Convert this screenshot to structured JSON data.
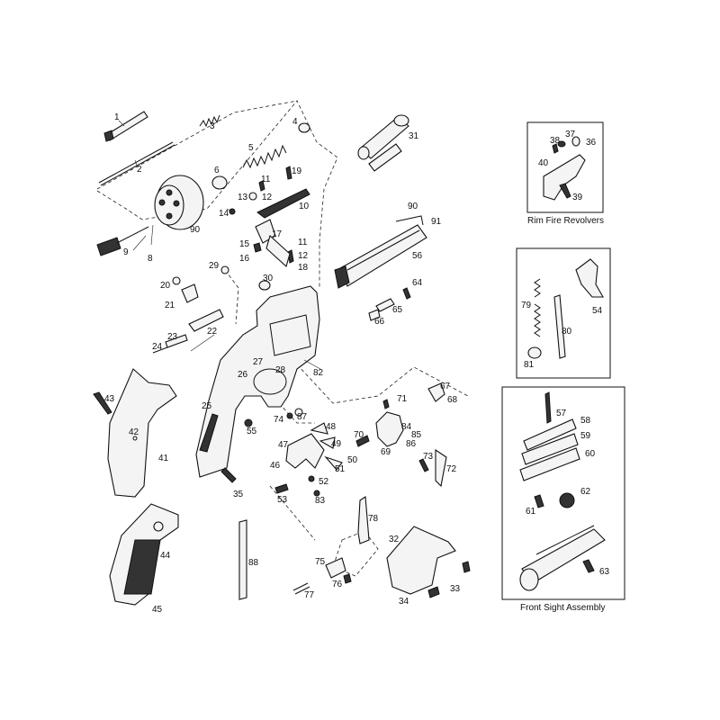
{
  "diagram": {
    "labels": {
      "n1": "1",
      "n2": "2",
      "n3": "3",
      "n4": "4",
      "n5": "5",
      "n6": "6",
      "n8": "8",
      "n9": "9",
      "n10": "10",
      "n11a": "11",
      "n11b": "11",
      "n12a": "12",
      "n12b": "12",
      "n13": "13",
      "n14": "14",
      "n15": "15",
      "n16": "16",
      "n17": "17",
      "n18": "18",
      "n19": "19",
      "n20": "20",
      "n21": "21",
      "n22": "22",
      "n23": "23",
      "n24": "24",
      "n25": "25",
      "n26": "26",
      "n27": "27",
      "n28": "28",
      "n29": "29",
      "n30": "30",
      "n31": "31",
      "n32": "32",
      "n33": "33",
      "n34": "34",
      "n35": "35",
      "n41": "41",
      "n42": "42",
      "n43": "43",
      "n44": "44",
      "n45": "45",
      "n46": "46",
      "n47": "47",
      "n48": "48",
      "n49": "49",
      "n50": "50",
      "n51": "51",
      "n52": "52",
      "n53": "53",
      "n55": "55",
      "n56": "56",
      "n64": "64",
      "n65": "65",
      "n66": "66",
      "n67": "67",
      "n68": "68",
      "n69": "69",
      "n70": "70",
      "n71": "71",
      "n72": "72",
      "n73": "73",
      "n74": "74",
      "n75": "75",
      "n76": "76",
      "n77": "77",
      "n78": "78",
      "n82": "82",
      "n83": "83",
      "n84": "84",
      "n85": "85",
      "n86": "86",
      "n87": "87",
      "n88": "88",
      "n90a": "90",
      "n90b": "90",
      "n91": "91"
    },
    "rimfire": {
      "caption": "Rim Fire Revolvers",
      "labels": {
        "n36": "36",
        "n37": "37",
        "n38": "38",
        "n39": "39",
        "n40": "40"
      }
    },
    "middle_inset": {
      "labels": {
        "n54": "54",
        "n79": "79",
        "n80": "80",
        "n81": "81"
      }
    },
    "front_sight": {
      "caption": "Front Sight Assembly",
      "labels": {
        "n57": "57",
        "n58": "58",
        "n59": "59",
        "n60": "60",
        "n61": "61",
        "n62": "62",
        "n63": "63"
      }
    }
  }
}
